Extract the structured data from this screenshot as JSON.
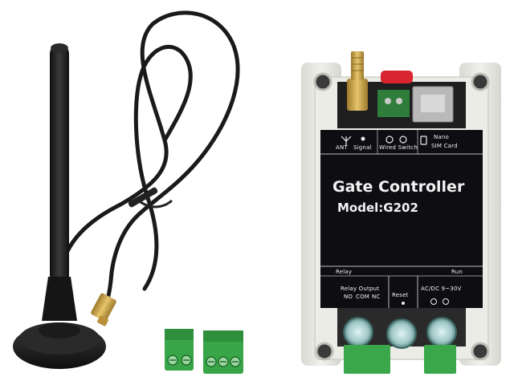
{
  "device": {
    "title": "Gate Controller",
    "model": "Model:G202",
    "top_labels": {
      "ant": "ANT",
      "signal": "Signal",
      "wired_switch": "Wired Switch",
      "nano": "Nano",
      "sim_card": "SIM Card"
    },
    "bottom_labels": {
      "relay": "Relay",
      "run": "Run",
      "relay_output": "Relay Output",
      "no": "NO",
      "com": "COM",
      "nc": "NC",
      "reset": "Reset",
      "power": "AC/DC 9~30V"
    }
  },
  "colors": {
    "housing": "#e9e9e4",
    "panel": "#0d0d12",
    "terminal_green": "#3aa84a",
    "antenna_black": "#1c1c1c",
    "connector_gold": "#c9a24a",
    "pcb_green": "#2f7d3a",
    "red_button": "#d8252f"
  },
  "icons": [
    "antenna-icon",
    "signal-led-icon",
    "switch-icon",
    "sim-card-icon"
  ]
}
